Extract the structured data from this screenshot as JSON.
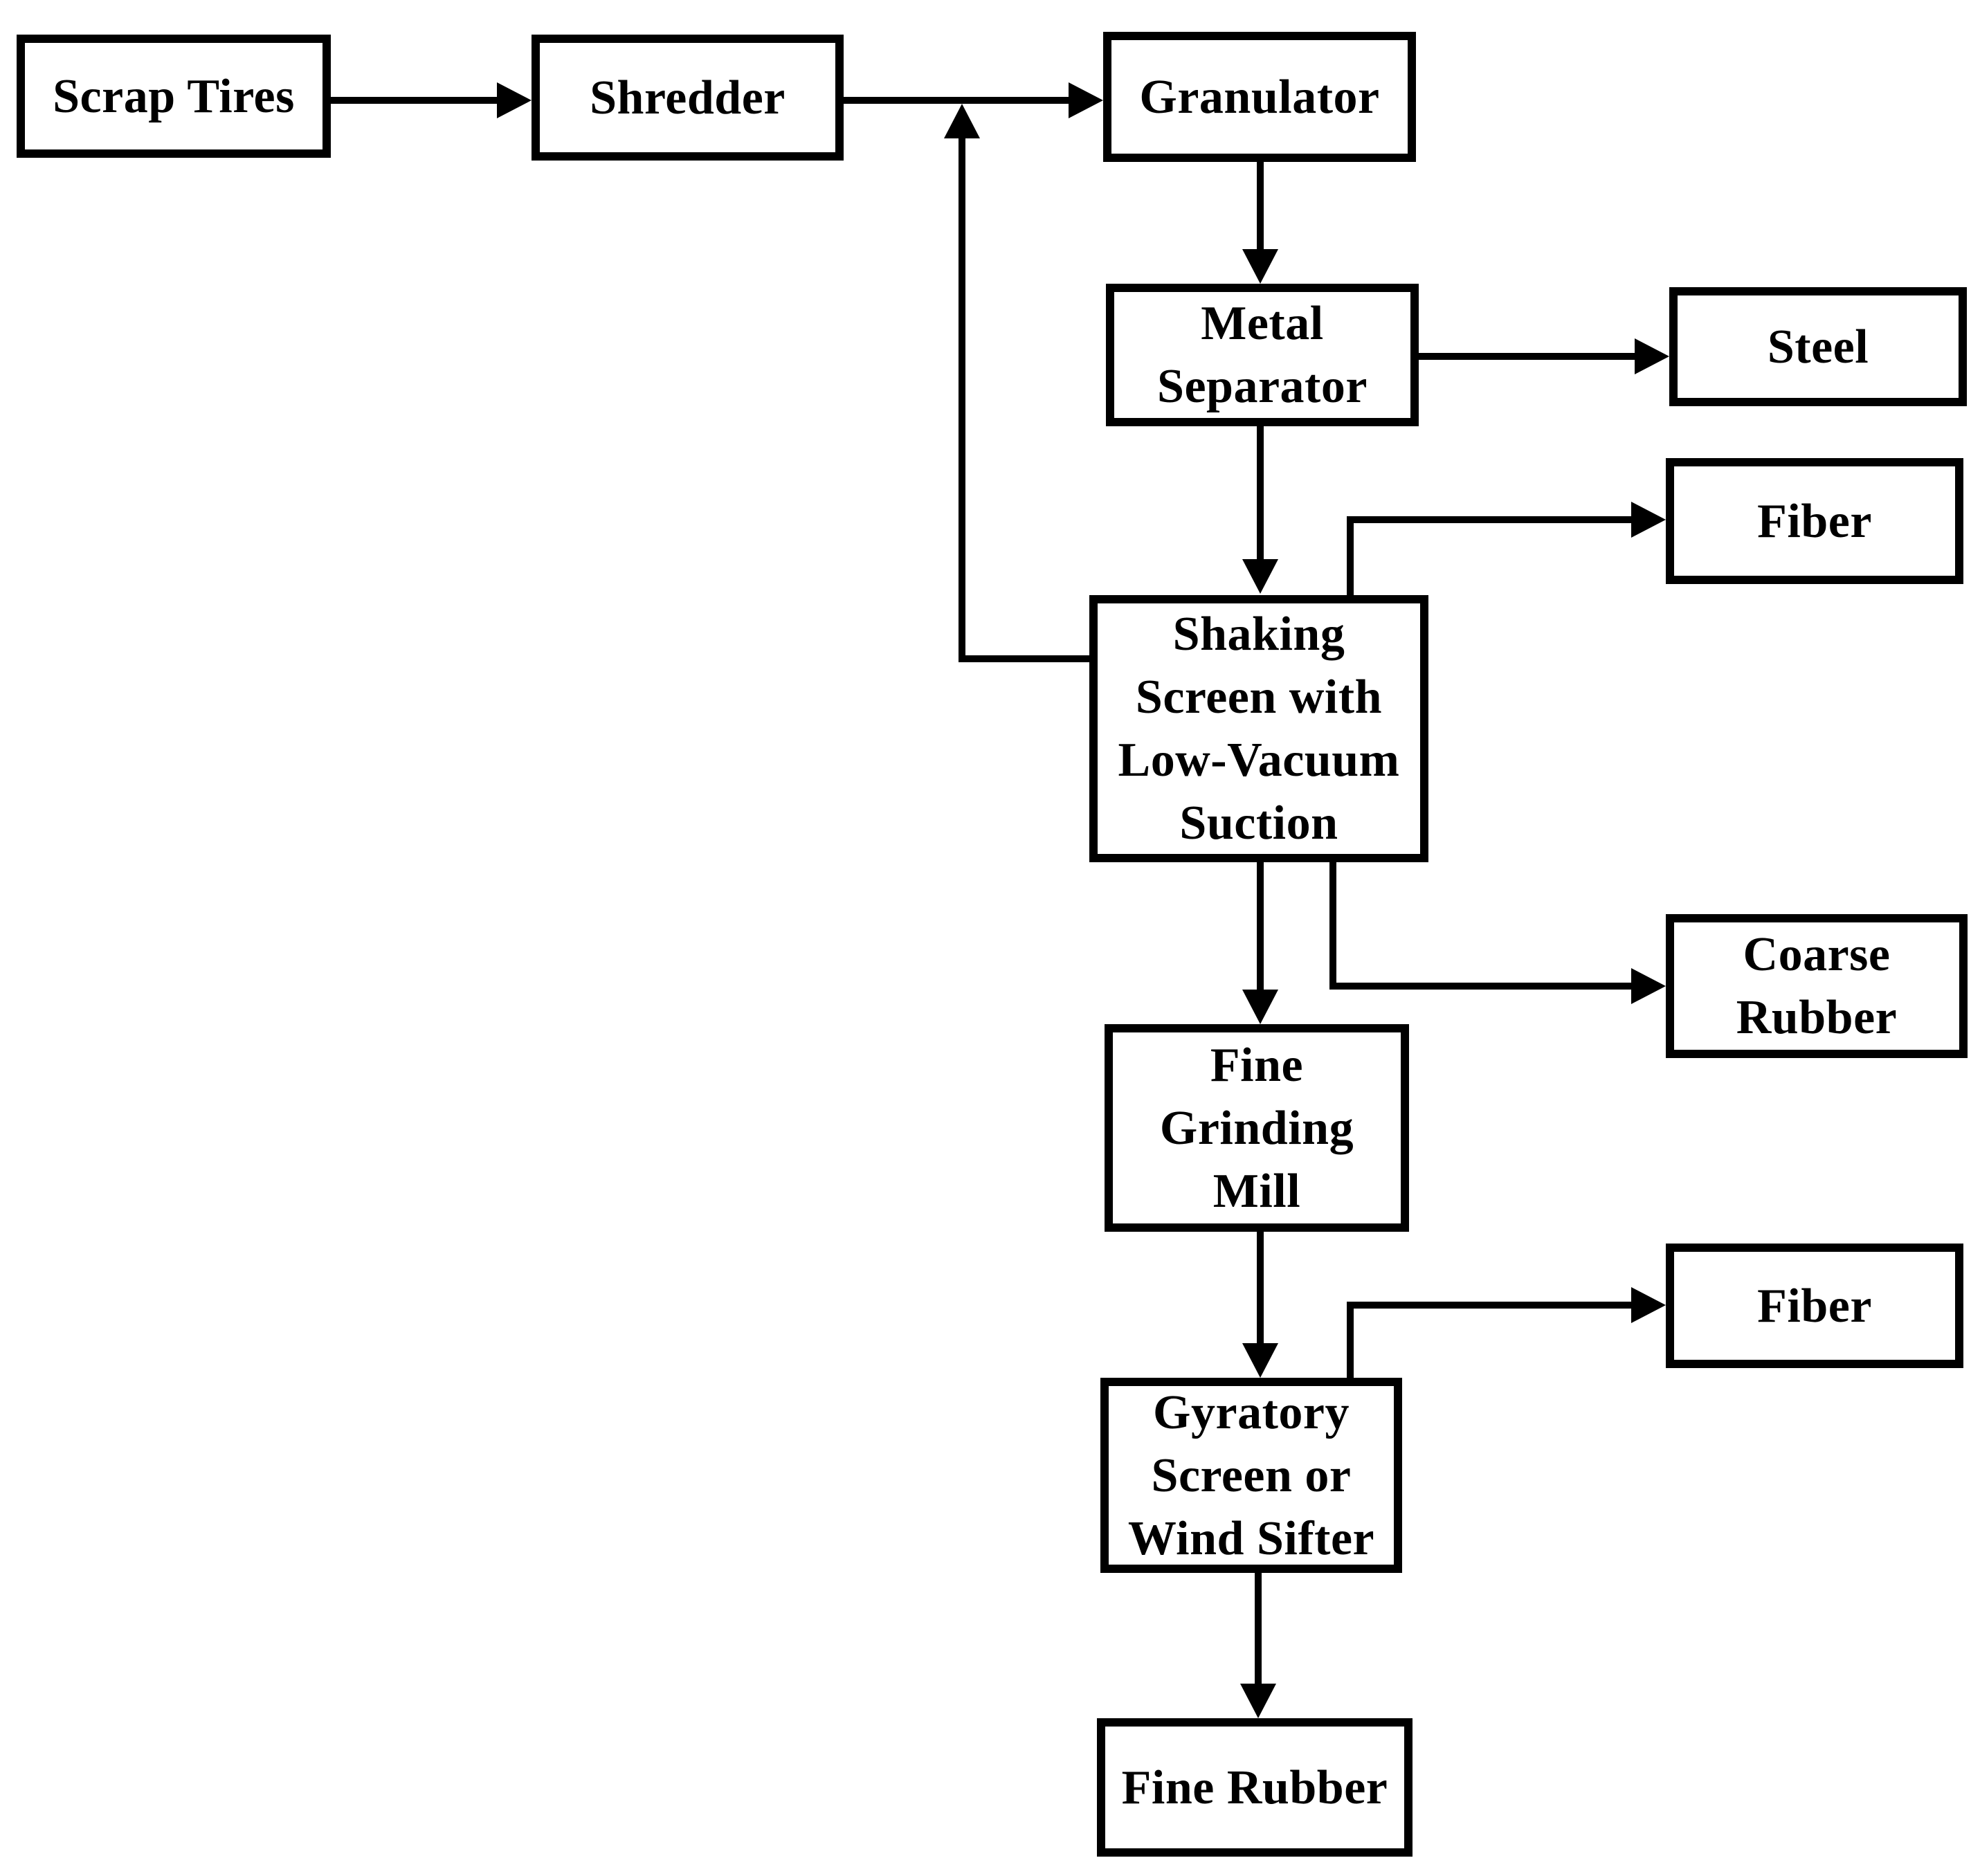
{
  "diagram": {
    "type": "flowchart",
    "background_color": "#ffffff",
    "line_color": "#000000",
    "box_fill_color": "#ffffff",
    "box_border_color": "#000000",
    "text_color": "#000000",
    "nodes": {
      "scrap_tires": {
        "label": "Scrap Tires"
      },
      "shredder": {
        "label": "Shredder"
      },
      "granulator": {
        "label": "Granulator"
      },
      "metal_separator": {
        "label": "Metal\nSeparator"
      },
      "steel": {
        "label": "Steel"
      },
      "fiber_top": {
        "label": "Fiber"
      },
      "shaking_screen": {
        "label": "Shaking\nScreen with\nLow-Vacuum\nSuction"
      },
      "coarse_rubber": {
        "label": "Coarse\nRubber"
      },
      "fine_grinding_mill": {
        "label": "Fine\nGrinding\nMill"
      },
      "fiber_bottom": {
        "label": "Fiber"
      },
      "gyratory_screen": {
        "label": "Gyratory\nScreen or\nWind Sifter"
      },
      "fine_rubber": {
        "label": "Fine Rubber"
      }
    },
    "edges": [
      {
        "from": "scrap_tires",
        "to": "shredder"
      },
      {
        "from": "shredder",
        "to": "granulator"
      },
      {
        "from": "granulator",
        "to": "metal_separator"
      },
      {
        "from": "metal_separator",
        "to": "steel"
      },
      {
        "from": "metal_separator",
        "to": "shaking_screen"
      },
      {
        "from": "shaking_screen",
        "to": "fiber_top"
      },
      {
        "from": "shaking_screen",
        "to": "granulator"
      },
      {
        "from": "shaking_screen",
        "to": "fine_grinding_mill"
      },
      {
        "from": "shaking_screen",
        "to": "coarse_rubber"
      },
      {
        "from": "fine_grinding_mill",
        "to": "gyratory_screen"
      },
      {
        "from": "gyratory_screen",
        "to": "fiber_bottom"
      },
      {
        "from": "gyratory_screen",
        "to": "fine_rubber"
      }
    ]
  }
}
